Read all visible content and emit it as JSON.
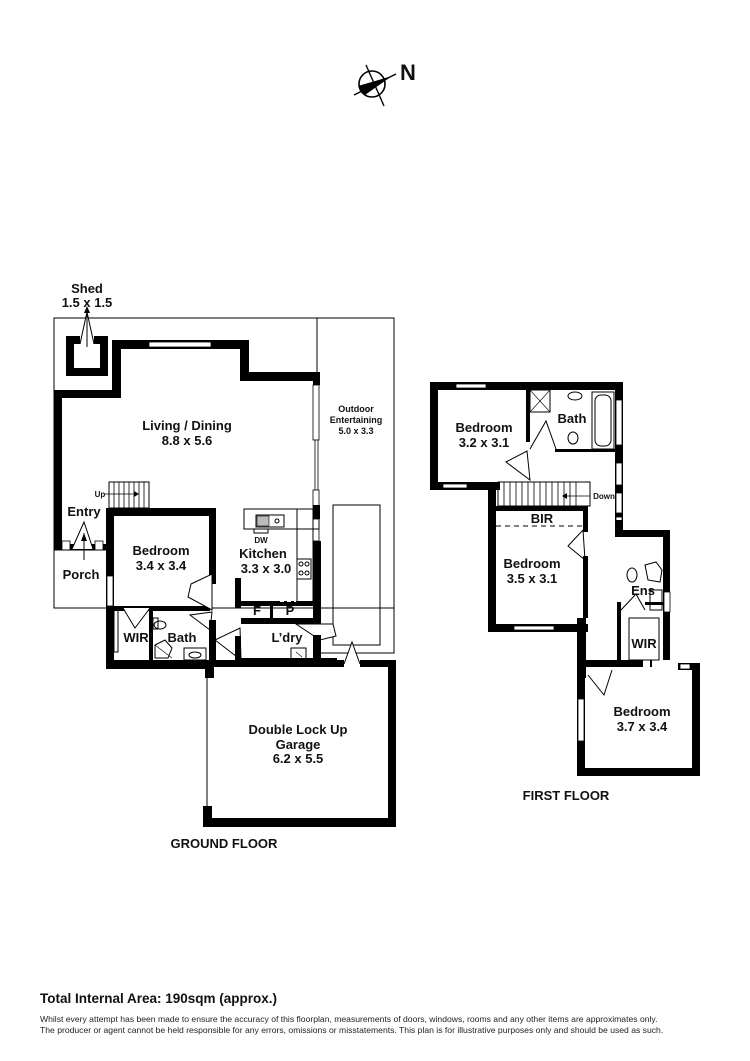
{
  "compass": {
    "icon": "compass-north-icon",
    "label": "N"
  },
  "ground_floor": {
    "title": "GROUND FLOOR",
    "rooms": {
      "shed": {
        "name": "Shed",
        "size": "1.5 x 1.5"
      },
      "living_dining": {
        "name": "Living / Dining",
        "size": "8.8 x 5.6"
      },
      "outdoor": {
        "name1": "Outdoor",
        "name2": "Entertaining",
        "size": "5.0 x 3.3"
      },
      "entry": {
        "name": "Entry"
      },
      "porch": {
        "name": "Porch"
      },
      "bedroom": {
        "name": "Bedroom",
        "size": "3.4 x 3.4"
      },
      "kitchen": {
        "name": "Kitchen",
        "size": "3.3 x 3.0"
      },
      "dw": {
        "name": "DW"
      },
      "fridge": {
        "name": "F"
      },
      "pantry": {
        "name": "P"
      },
      "wir": {
        "name": "WIR"
      },
      "bath": {
        "name": "Bath"
      },
      "laundry": {
        "name": "L’dry"
      },
      "garage": {
        "name1": "Double Lock Up",
        "name2": "Garage",
        "size": "6.2 x 5.5"
      }
    },
    "stairs_label": "Up"
  },
  "first_floor": {
    "title": "FIRST FLOOR",
    "rooms": {
      "bedroom1": {
        "name": "Bedroom",
        "size": "3.2 x 3.1"
      },
      "bath": {
        "name": "Bath"
      },
      "bir": {
        "name": "BIR"
      },
      "bedroom2": {
        "name": "Bedroom",
        "size": "3.5 x 3.1"
      },
      "ens": {
        "name": "Ens"
      },
      "wir": {
        "name": "WIR"
      },
      "bedroom3": {
        "name": "Bedroom",
        "size": "3.7 x 3.4"
      }
    },
    "stairs_label": "Down"
  },
  "footer": {
    "total_area": "Total Internal Area: 190sqm (approx.)",
    "disclaimer_line1": "Whilst every attempt has been made to ensure the accuracy of this floorplan, measurements of doors, windows, rooms and any other items are approximates only.",
    "disclaimer_line2": "The producer or agent cannot be held responsible for any errors, omissions or misstatements. This plan is for illustrative purposes only and should be used as such."
  }
}
